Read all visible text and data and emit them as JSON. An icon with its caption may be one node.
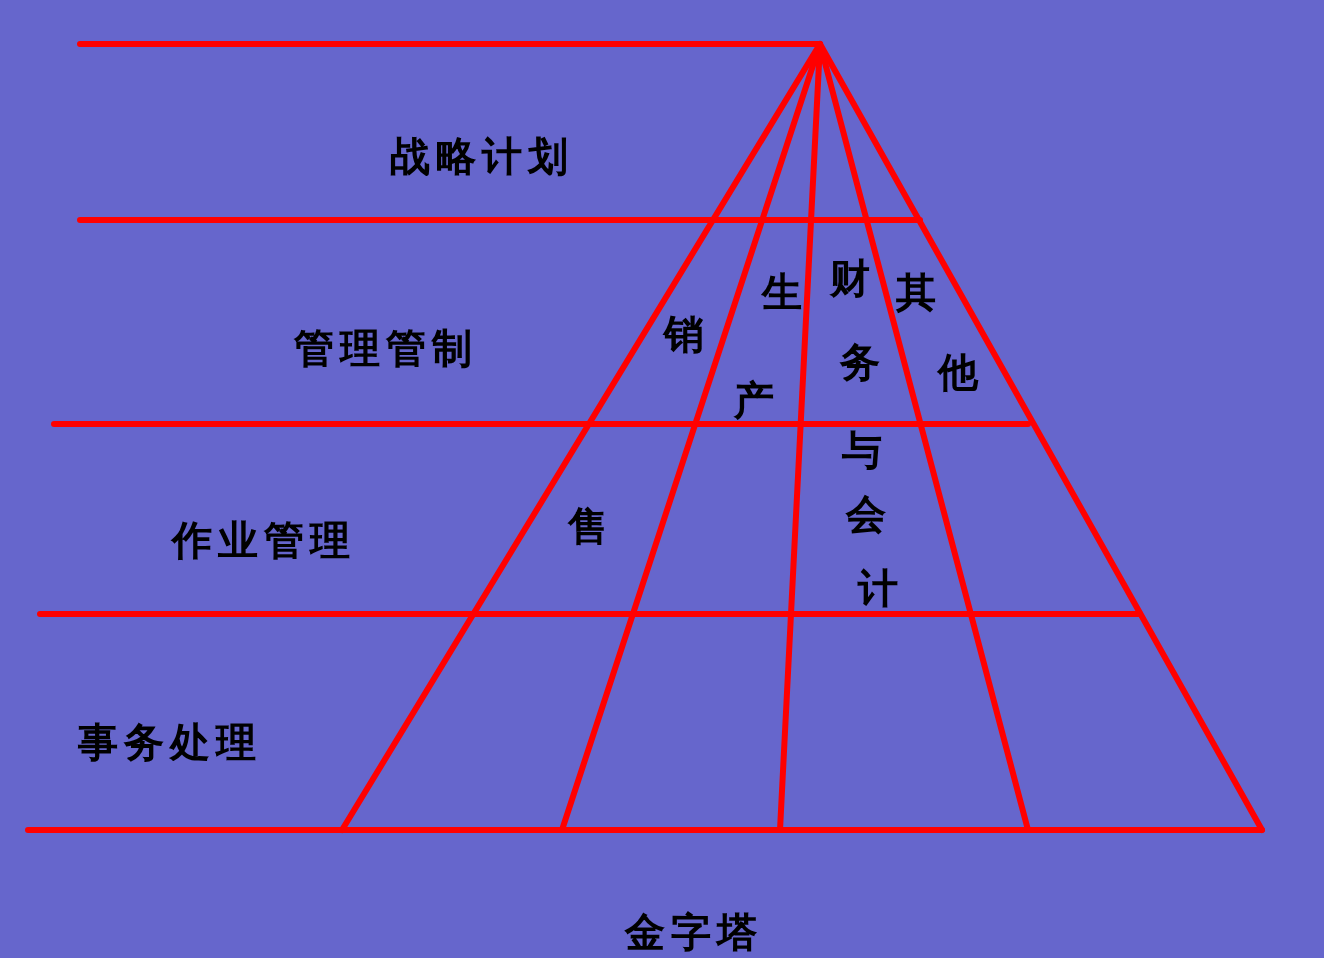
{
  "diagram": {
    "caption": "金字塔",
    "labels": [
      "战略计划",
      "管理管制",
      "作业管理",
      "事务处理",
      "销",
      "售",
      "生产",
      "财务与会计",
      "其他"
    ]
  }
}
